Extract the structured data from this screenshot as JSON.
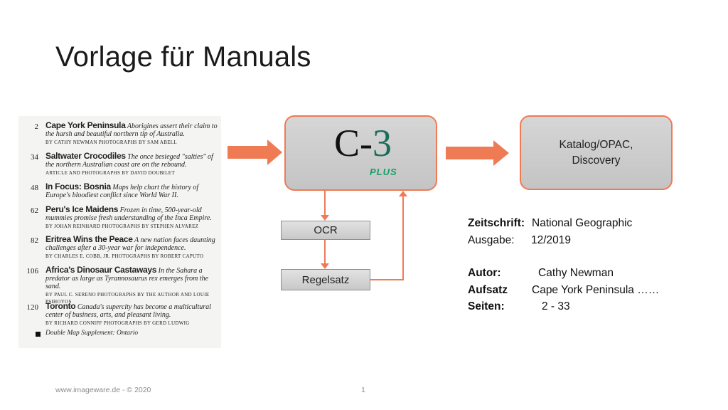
{
  "title": "Vorlage für Manuals",
  "toc": {
    "entries": [
      {
        "number": "2",
        "title": "Cape York Peninsula",
        "text": "Aborigines assert their claim to the harsh and beautiful northern tip of Australia.",
        "byline": "BY CATHY NEWMAN   PHOTOGRAPHS BY SAM ABELL"
      },
      {
        "number": "34",
        "title": "Saltwater Crocodiles",
        "text": "The once besieged \"salties\" of the northern Australian coast are on the rebound.",
        "byline": "ARTICLE AND PHOTOGRAPHS BY DAVID DOUBILET"
      },
      {
        "number": "48",
        "title": "In Focus: Bosnia",
        "text": "Maps help chart the history of Europe's bloodiest conflict since World War II.",
        "byline": ""
      },
      {
        "number": "62",
        "title": "Peru's Ice Maidens",
        "text": "Frozen in time, 500-year-old mummies promise fresh understanding of the Inca Empire.",
        "byline": "BY JOHAN REINHARD   PHOTOGRAPHS BY STEPHEN ALVAREZ"
      },
      {
        "number": "82",
        "title": "Eritrea Wins the Peace",
        "text": "A new nation faces daunting challenges after a 30-year war for independence.",
        "byline": "BY CHARLES E. COBB, JR.   PHOTOGRAPHS BY ROBERT CAPUTO"
      },
      {
        "number": "106",
        "title": "Africa's Dinosaur Castaways",
        "text": "In the Sahara a predator as large as Tyrannosaurus rex emerges from the sand.",
        "byline": "BY PAUL C. SERENO   PHOTOGRAPHS BY THE AUTHOR AND LOUIE PSIHOYOS"
      },
      {
        "number": "120",
        "title": "Toronto",
        "text": "Canada's supercity has become a multicultural center of business, arts, and pleasant living.",
        "byline": "BY RICHARD CONNIFF   PHOTOGRAPHS BY GERD LUDWIG"
      }
    ],
    "supplement": "Double Map Supplement: Ontario"
  },
  "diagram": {
    "c3_logo_main": "C-",
    "c3_logo_digit": "3",
    "c3_logo_sub": "PLUS",
    "ocr_label": "OCR",
    "regelsatz_label": "Regelsatz",
    "katalog_label": "Katalog/OPAC,\nDiscovery"
  },
  "metadata": {
    "zeitschrift_label": "Zeitschrift:",
    "zeitschrift_value": "National Geographic",
    "ausgabe_label": "Ausgabe:",
    "ausgabe_value": "12/2019",
    "autor_label": "Autor:",
    "autor_value": "Cathy Newman",
    "aufsatz_label": "Aufsatz",
    "aufsatz_value": "Cape York Peninsula ……",
    "seiten_label": "Seiten:",
    "seiten_value": "2 - 33"
  },
  "footer": {
    "text": "www.imageware.de - © 2020",
    "page_number": "1"
  },
  "colors": {
    "accent": "#ef7b55",
    "box_fill": "#cfcfcf",
    "logo_green": "#14a06a"
  }
}
